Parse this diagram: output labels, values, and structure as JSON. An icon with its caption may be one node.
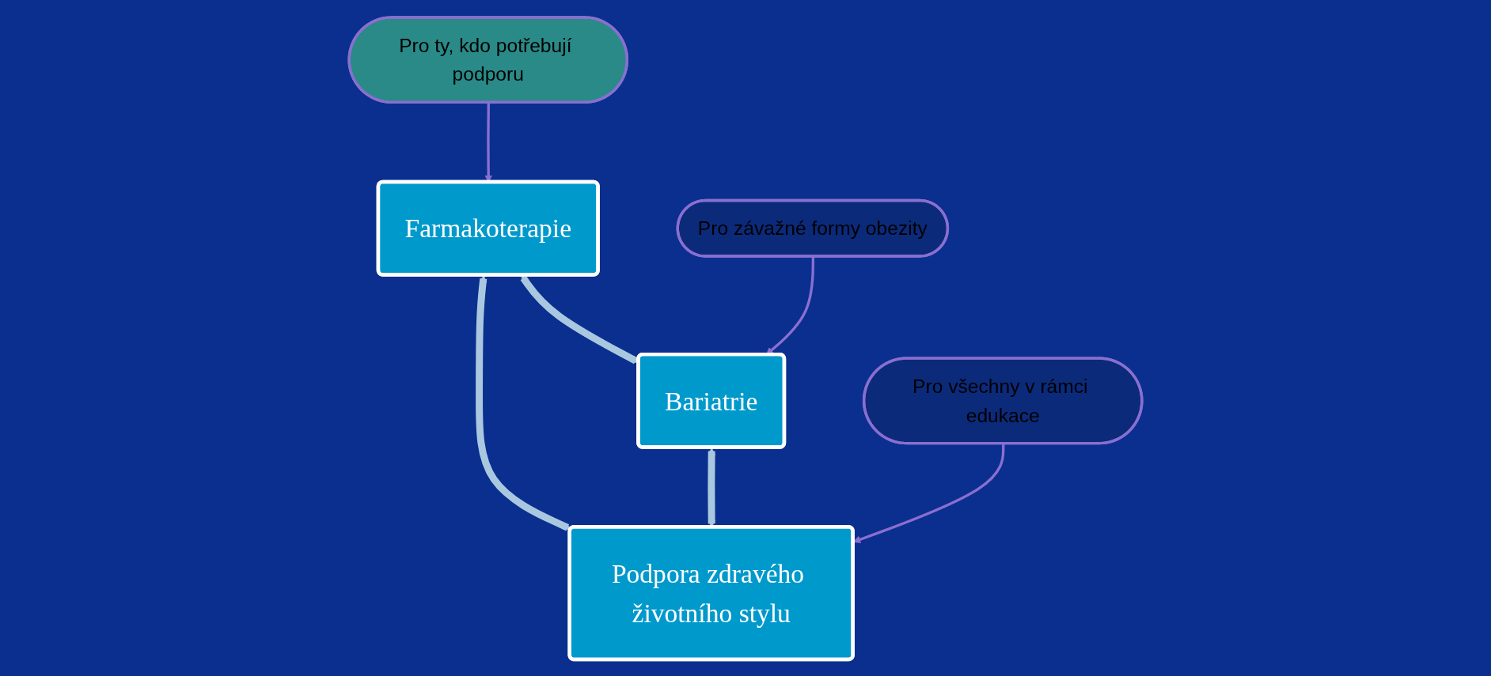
{
  "diagram": {
    "nodes": [
      {
        "text": [
          "Farmakoterapie"
        ]
      },
      {
        "text": [
          "Bariatrie"
        ]
      },
      {
        "text": [
          "Podpora zdravého životního stylu"
        ]
      },
      {
        "text": [
          "Pro ty, kdo potřebují podporu"
        ]
      },
      {
        "text": [
          "Pro všechny v rámci edukace"
        ]
      },
      {
        "text": [
          "Pro závažné formy obezity"
        ]
      }
    ],
    "edges": [
      {
        "from": 0,
        "to": 1,
        "arrow": "both",
        "style": "thick"
      },
      {
        "from": 0,
        "to": 2,
        "arrow": "both",
        "style": "thick"
      },
      {
        "from": 1,
        "to": 2,
        "arrow": "both",
        "style": "thick"
      },
      {
        "from": 3,
        "to": 0,
        "arrow": "to",
        "color": "#8a6fd0"
      },
      {
        "from": 4,
        "to": 2,
        "arrow": "to",
        "color": "#8a6fd0"
      },
      {
        "from": 5,
        "to": 1,
        "arrow": "to",
        "color": "#8a6fd0"
      }
    ]
  }
}
